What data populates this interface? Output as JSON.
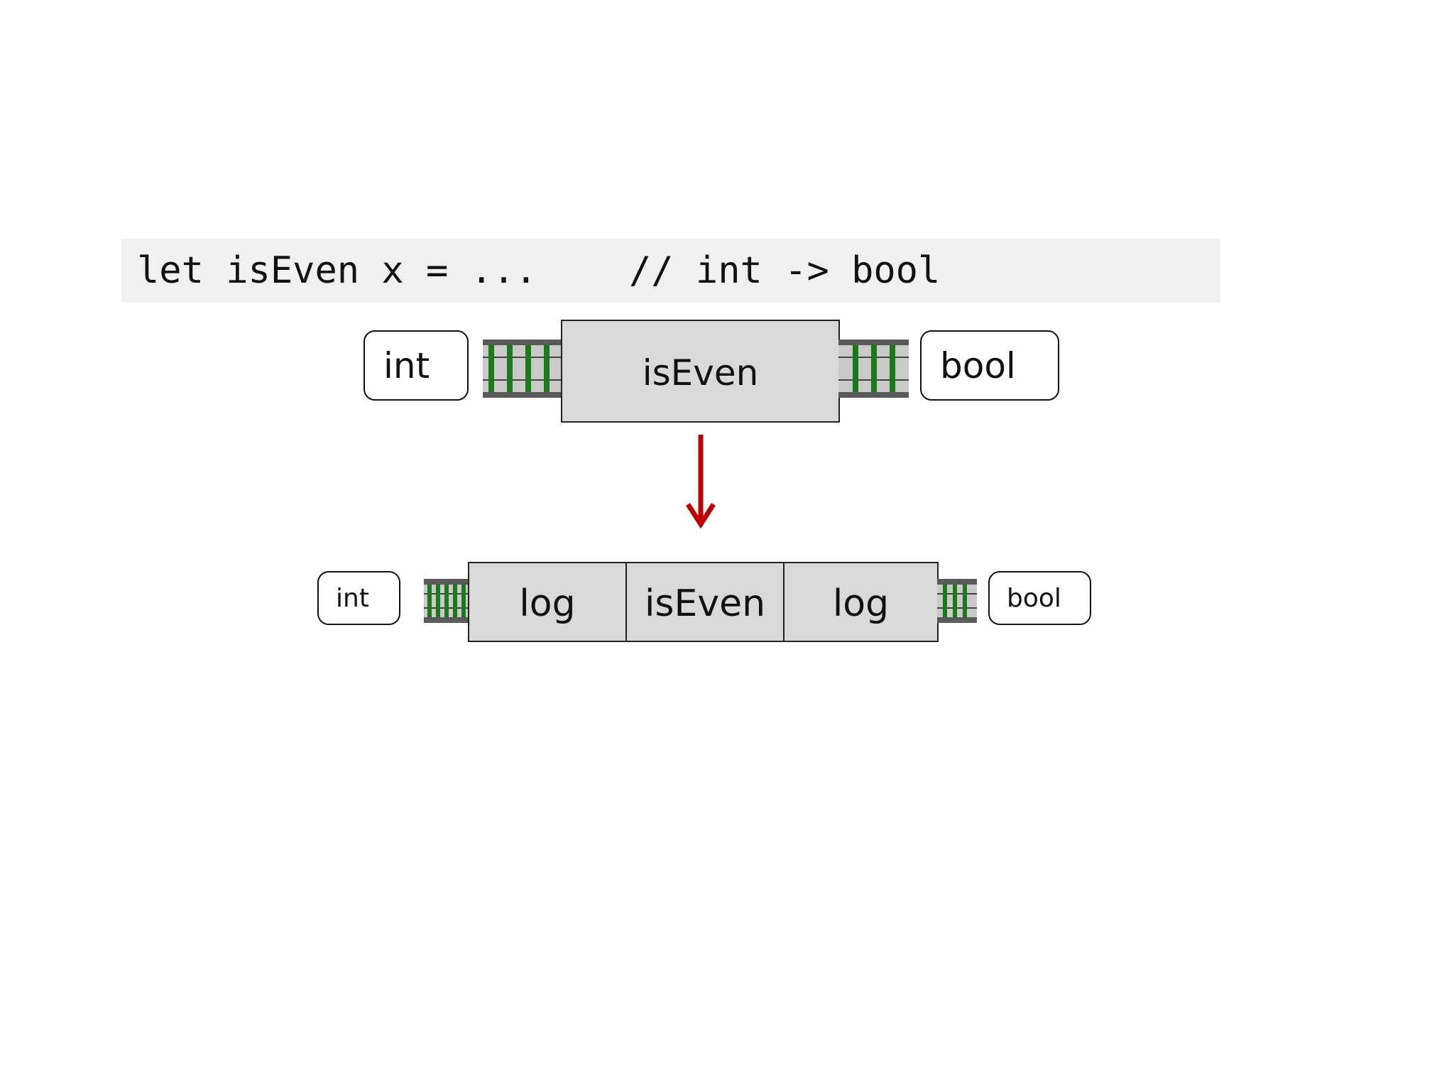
{
  "code": {
    "definition": "let isEven x = ...",
    "comment": "// int -> bool"
  },
  "top_pipeline": {
    "input_type": "int",
    "function": "isEven",
    "output_type": "bool"
  },
  "bottom_pipeline": {
    "input_type": "int",
    "functions": [
      "log",
      "isEven",
      "log"
    ],
    "output_type": "bool"
  },
  "colors": {
    "code_background": "#eef1f0",
    "function_fill": "#d9d9d9",
    "track_ties": "#1a7a1a",
    "arrow": "#c00000"
  }
}
